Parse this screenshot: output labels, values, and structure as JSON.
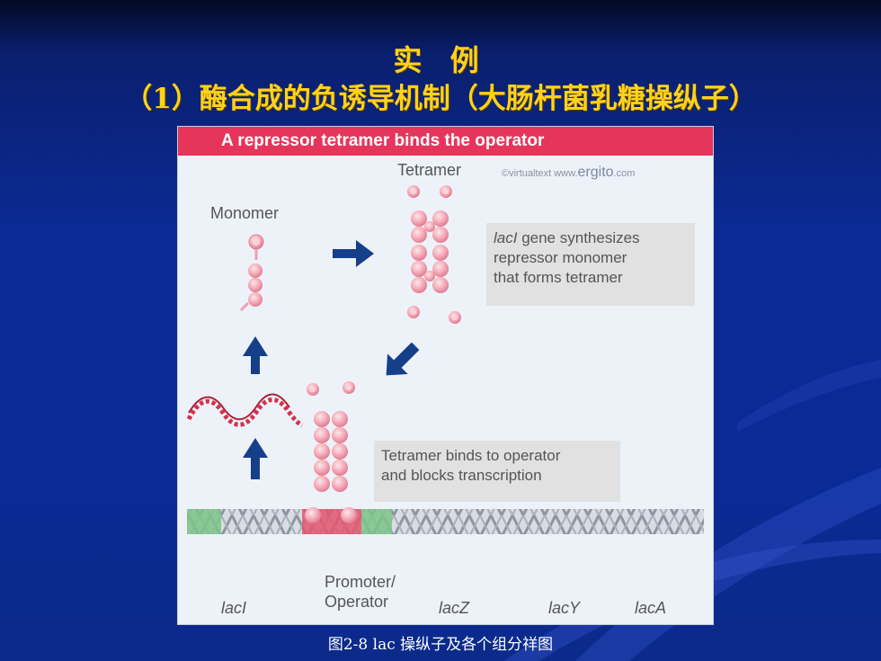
{
  "slide": {
    "title_line1": "实 例",
    "title_line2": "（1）酶合成的负诱导机制（大肠杆菌乳糖操纵子）",
    "caption": "图2-8  lac 操纵子及各个组分祥图"
  },
  "figure": {
    "header": "A repressor tetramer binds the operator",
    "credit_prefix": "©virtualtext  www.",
    "credit_brand": "ergito",
    "credit_suffix": ".com",
    "label_tetramer": "Tetramer",
    "label_monomer": "Monomer",
    "note1_gene": "lacI",
    "note1_rest_line1": " gene synthesizes",
    "note1_line2": "repressor monomer",
    "note1_line3": "that forms tetramer",
    "note2_line1": "Tetramer binds to operator",
    "note2_line2": "and blocks transcription",
    "gene_labels": {
      "laci": "lacI",
      "promoter_line1": "Promoter/",
      "promoter_line2": "Operator",
      "lacz": "lacZ",
      "lacy": "lacY",
      "laca": "lacA"
    }
  },
  "colors": {
    "title": "#ffd21a",
    "header_bg": "#e6355a",
    "arrow": "#163f8a",
    "protein": "#f2a8b6",
    "mrna": "#d4304a"
  }
}
